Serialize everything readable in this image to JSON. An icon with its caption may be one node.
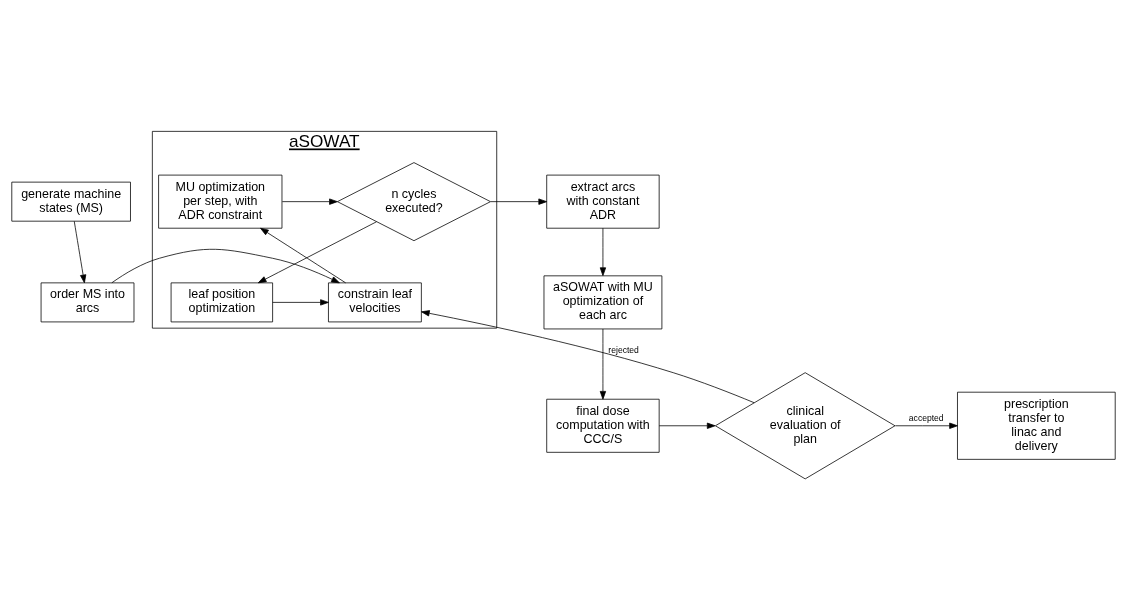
{
  "diagram": {
    "nodes": [
      {
        "text": [
          "generate machine states (MS)"
        ]
      },
      {
        "text": [
          "order MS into arcs"
        ]
      },
      {
        "text": [
          "aSOWAT"
        ]
      },
      {
        "text": [
          "MU optimization per step, with ADR constraint"
        ],
        "in": 2
      },
      {
        "text": [
          "n cycles executed?"
        ],
        "in": 2
      },
      {
        "text": [
          "constrain leaf velocities"
        ],
        "in": 2
      },
      {
        "text": [
          "leaf position optimization"
        ],
        "in": 2
      },
      {
        "text": [
          "extract arcs with constant ADR"
        ]
      },
      {
        "text": [
          "aSOWAT with MU optimization of each arc"
        ]
      },
      {
        "text": [
          "final dose computation with CCC/S"
        ]
      },
      {
        "text": [
          "clinical evaluation of plan"
        ]
      },
      {
        "text": [
          "prescription transfer to linac and delivery"
        ]
      }
    ],
    "edges": [
      {
        "from": 0,
        "to": 1,
        "arrow": "to"
      },
      {
        "from": 1,
        "to": 5,
        "arrow": "to"
      },
      {
        "from": 5,
        "to": 3,
        "arrow": "to"
      },
      {
        "from": 3,
        "to": 4,
        "arrow": "to"
      },
      {
        "from": 4,
        "to": 6,
        "arrow": "to"
      },
      {
        "from": 6,
        "to": 5,
        "arrow": "to"
      },
      {
        "from": 4,
        "to": 7,
        "arrow": "to"
      },
      {
        "from": 7,
        "to": 8,
        "arrow": "to"
      },
      {
        "from": 8,
        "to": 9,
        "arrow": "to"
      },
      {
        "from": 9,
        "to": 10,
        "arrow": "to"
      },
      {
        "from": 10,
        "to": 5,
        "arrow": "to",
        "label": "rejected"
      },
      {
        "from": 10,
        "to": 11,
        "arrow": "to",
        "label": "accepted"
      }
    ]
  }
}
